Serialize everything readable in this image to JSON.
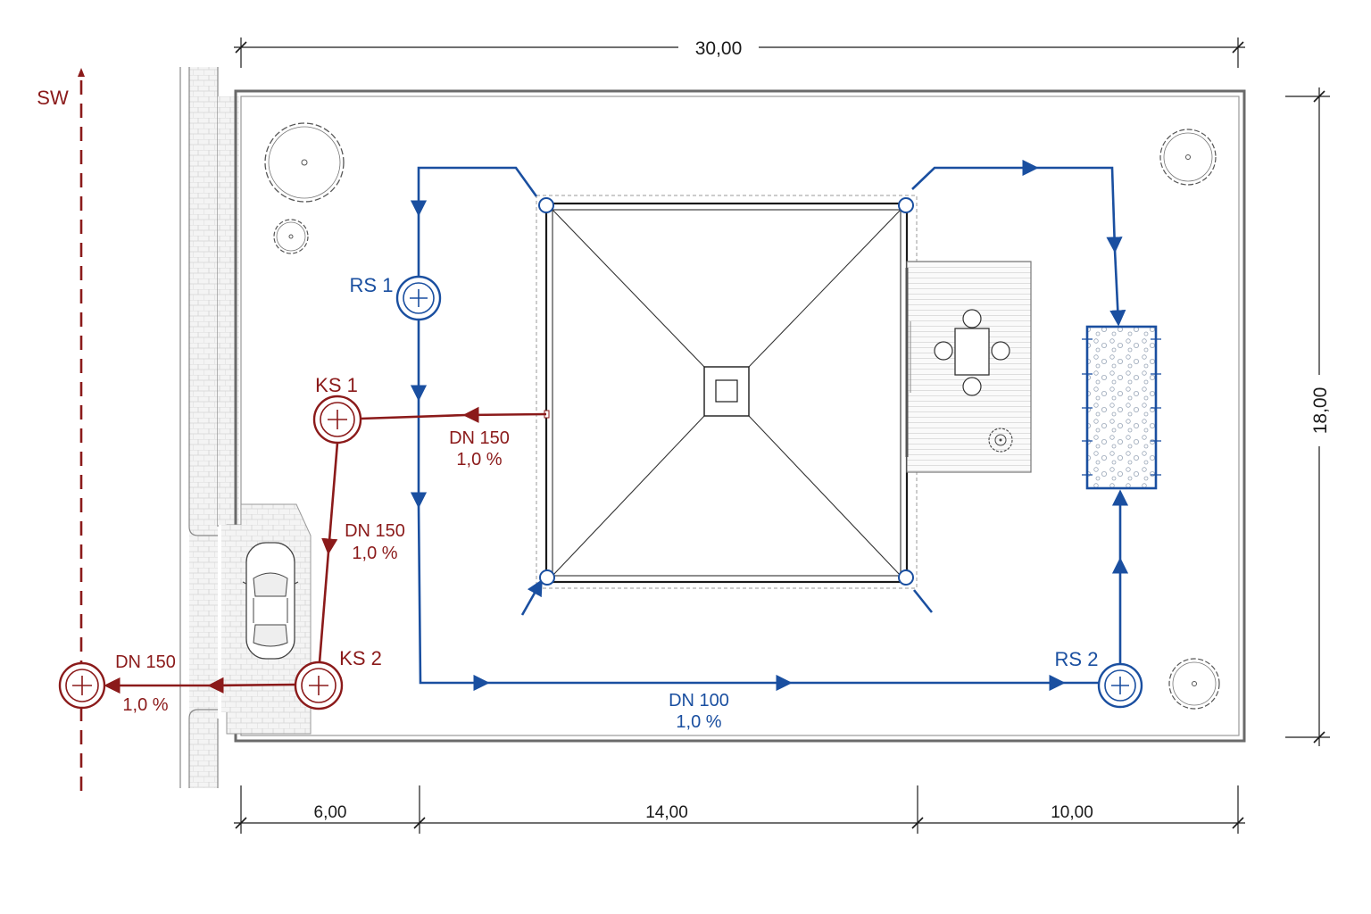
{
  "colors": {
    "sewage": "#8b1a1a",
    "rainwater": "#1a4fa0",
    "line": "#1a1a1a",
    "plot_outline": "#555555",
    "paving": "#cfcfcf"
  },
  "dimensions": {
    "top_total": "30,00",
    "right_total": "18,00",
    "bottom_left": "6,00",
    "bottom_middle": "14,00",
    "bottom_right": "10,00"
  },
  "street_sewer": {
    "label": "SW"
  },
  "shafts": {
    "ks1": {
      "label": "KS 1"
    },
    "ks2": {
      "label": "KS 2"
    },
    "rs1": {
      "label": "RS 1"
    },
    "rs2": {
      "label": "RS 2"
    }
  },
  "pipes": {
    "house_to_ks1": {
      "dn": "DN 150",
      "slope": "1,0 %"
    },
    "ks1_to_ks2": {
      "dn": "DN 150",
      "slope": "1,0 %"
    },
    "ks2_to_sw": {
      "dn": "DN 150",
      "slope": "1,0 %"
    },
    "rain_main": {
      "dn": "DN 100",
      "slope": "1,0 %"
    }
  },
  "icons": [
    "tree-icon",
    "car-icon",
    "patio-table-icon",
    "flower-icon",
    "infiltration-trench-icon",
    "shaft-icon"
  ]
}
